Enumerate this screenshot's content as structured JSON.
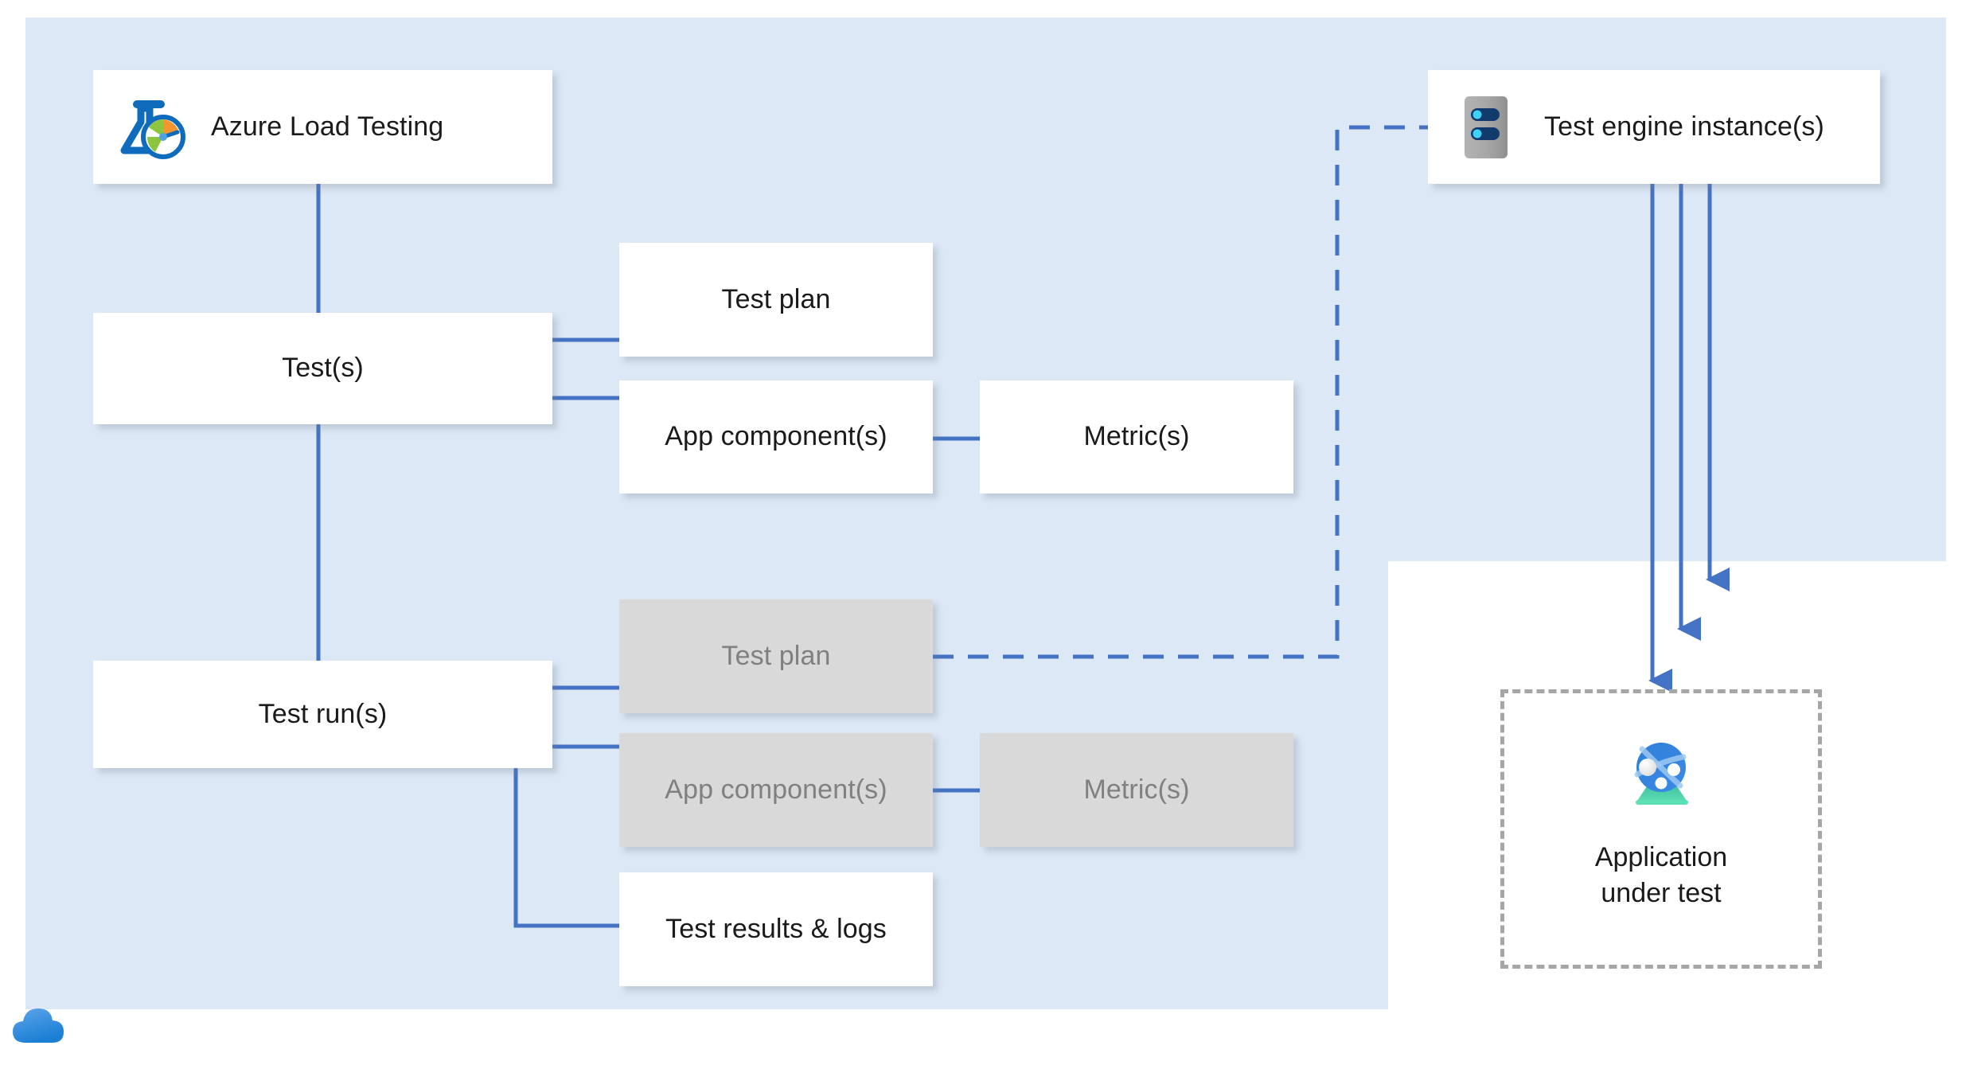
{
  "diagram": {
    "title": "Azure Load Testing resource hierarchy",
    "background_color": "#ffffff",
    "panel_color": "#dce8f5",
    "connector_color": "#4472c4",
    "gray_node_color": "#d9d9d9",
    "gray_text_color": "#808080",
    "dashed_border_color": "#a6a6a6"
  },
  "nodes": {
    "azure_load_testing": {
      "label": "Azure Load Testing",
      "icon": "flask-gauge-icon",
      "style": "white"
    },
    "tests": {
      "label": "Test(s)",
      "style": "white"
    },
    "test_plan": {
      "label": "Test plan",
      "style": "white"
    },
    "app_components": {
      "label": "App component(s)",
      "style": "white"
    },
    "metrics": {
      "label": "Metric(s)",
      "style": "white"
    },
    "test_runs": {
      "label": "Test run(s)",
      "style": "white"
    },
    "test_plan_run": {
      "label": "Test plan",
      "style": "gray"
    },
    "app_components_run": {
      "label": "App component(s)",
      "style": "gray"
    },
    "metrics_run": {
      "label": "Metric(s)",
      "style": "gray"
    },
    "test_results_logs": {
      "label": "Test results & logs",
      "style": "white"
    },
    "test_engine": {
      "label": "Test engine instance(s)",
      "icon": "server-instances-icon",
      "style": "white"
    },
    "application_under_test": {
      "label": "Application\nunder test",
      "icon": "globe-network-icon",
      "style": "dashed"
    }
  },
  "logo": {
    "name": "azure-cloud-logo"
  },
  "connectors": [
    {
      "from": "azure_load_testing",
      "to": "tests",
      "style": "solid"
    },
    {
      "from": "tests",
      "to": "test_runs",
      "style": "solid"
    },
    {
      "from": "tests",
      "to": "test_plan",
      "style": "solid"
    },
    {
      "from": "tests",
      "to": "app_components",
      "style": "solid"
    },
    {
      "from": "app_components",
      "to": "metrics",
      "style": "solid"
    },
    {
      "from": "test_runs",
      "to": "test_plan_run",
      "style": "solid"
    },
    {
      "from": "test_runs",
      "to": "app_components_run",
      "style": "solid"
    },
    {
      "from": "app_components_run",
      "to": "metrics_run",
      "style": "solid"
    },
    {
      "from": "test_runs",
      "to": "test_results_logs",
      "style": "solid"
    },
    {
      "from": "test_plan_run",
      "to": "test_engine",
      "style": "dashed"
    },
    {
      "from": "test_engine",
      "to": "application_under_test",
      "style": "arrow"
    },
    {
      "from": "test_engine",
      "to": "application_under_test",
      "style": "arrow"
    },
    {
      "from": "test_engine",
      "to": "application_under_test",
      "style": "arrow"
    }
  ]
}
